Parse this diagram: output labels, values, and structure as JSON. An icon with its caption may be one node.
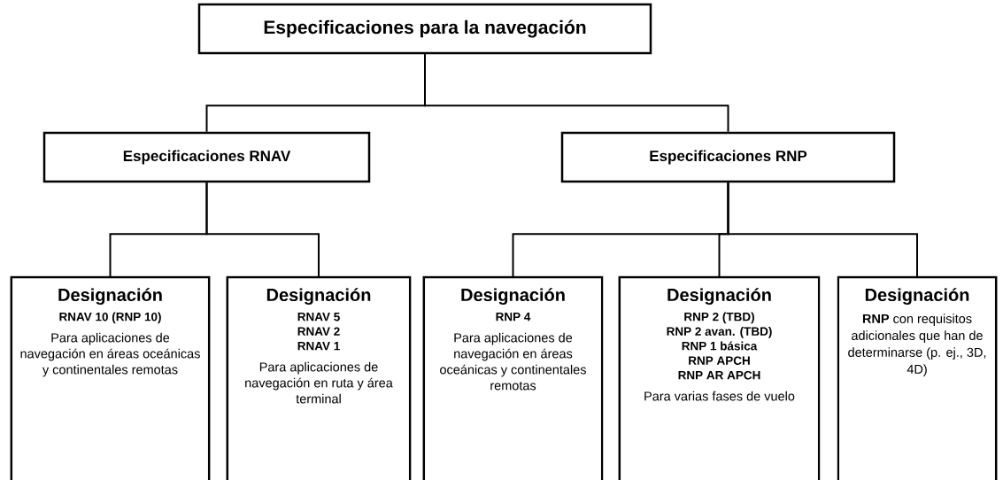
{
  "diagram": {
    "nodes": [
      {
        "text": [
          "Especificaciones para la navegación"
        ]
      },
      {
        "text": [
          "Especificaciones RNAV"
        ]
      },
      {
        "text": [
          "Especificaciones RNP"
        ]
      },
      {
        "text": [
          "Designación",
          "RNAV 10 (RNP 10)",
          "Para aplicaciones de navegación en áreas oceánicas y continentales remotas"
        ]
      },
      {
        "text": [
          "Designación",
          "RNAV 5",
          "RNAV 2",
          "RNAV 1",
          "Para aplicaciones de navegación en ruta y área terminal"
        ]
      },
      {
        "text": [
          "Designación",
          "RNP 4",
          "Para aplicaciones de navegación en áreas oceánicas y continentales remotas"
        ]
      },
      {
        "text": [
          "Designación",
          "RNP 2 (TBD)",
          "RNP 2 avan. (TBD)",
          "RNP 1 básica",
          "RNP APCH",
          "RNP AR APCH",
          "Para varias fases de vuelo"
        ]
      },
      {
        "text": [
          "Designación",
          "**RNP** con requisitos adicionales que han de determinarse (p. ej., 3D, 4D)"
        ]
      }
    ],
    "edges": [
      {
        "from": 0,
        "to": 1,
        "arrow": "none"
      },
      {
        "from": 0,
        "to": 2,
        "arrow": "none"
      },
      {
        "from": 1,
        "to": 3,
        "arrow": "none"
      },
      {
        "from": 1,
        "to": 4,
        "arrow": "none"
      },
      {
        "from": 2,
        "to": 5,
        "arrow": "none"
      },
      {
        "from": 2,
        "to": 6,
        "arrow": "none"
      },
      {
        "from": 2,
        "to": 7,
        "arrow": "none"
      }
    ]
  }
}
